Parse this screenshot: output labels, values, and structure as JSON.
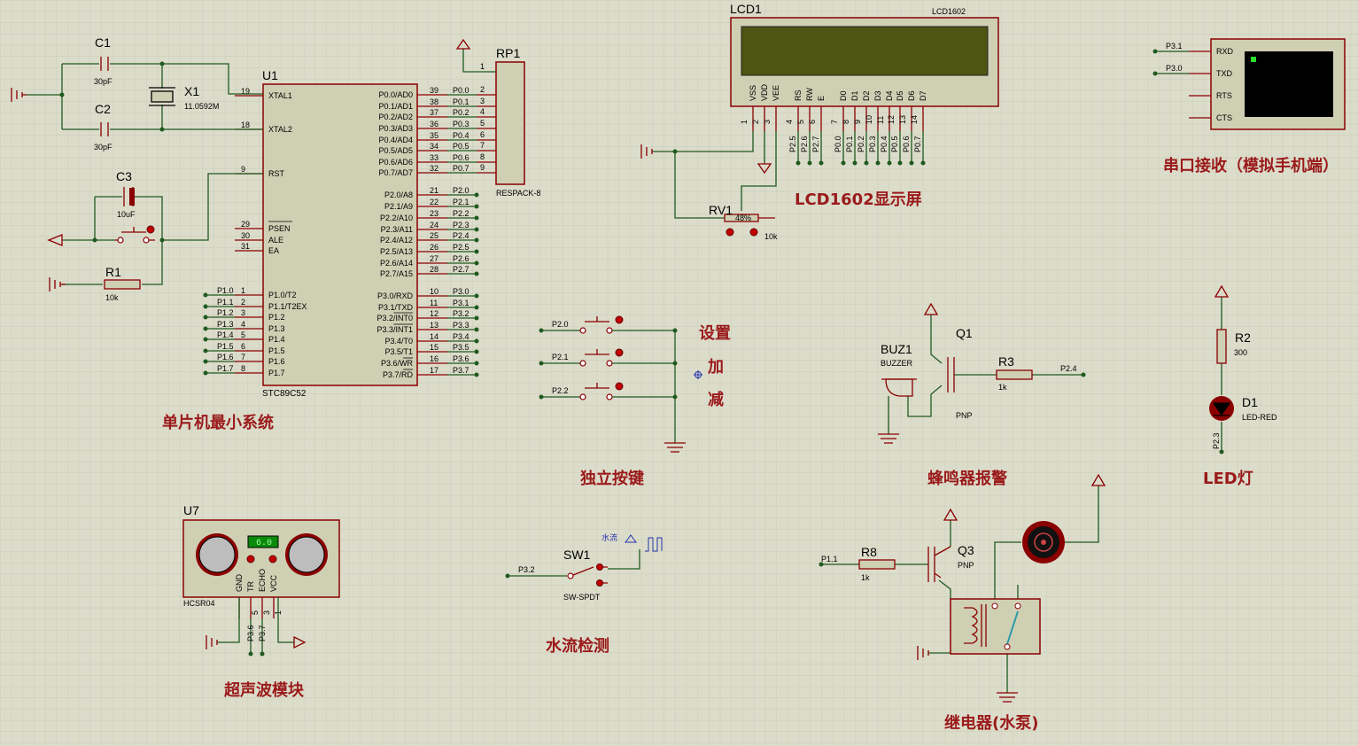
{
  "sections": {
    "mcu_min": "单片机最小系统",
    "lcd": "LCD1602显示屏",
    "uart": "串口接收（模拟手机端）",
    "keys": "独立按键",
    "buzzer": "蜂鸣器报警",
    "led": "LED灯",
    "ultrasonic": "超声波模块",
    "water": "水流检测",
    "relay": "继电器(水泵)"
  },
  "mcu": {
    "ref": "U1",
    "part": "STC89C52",
    "left_pins": [
      {
        "name": "XTAL1",
        "num": "19"
      },
      {
        "name": "XTAL2",
        "num": "18"
      },
      {
        "name": "RST",
        "num": "9"
      },
      {
        "name": "PSEN",
        "num": "29"
      },
      {
        "name": "ALE",
        "num": "30"
      },
      {
        "name": "EA",
        "num": "31"
      },
      {
        "name": "P1.0/T2",
        "num": "1",
        "net": "P1.0"
      },
      {
        "name": "P1.1/T2EX",
        "num": "2",
        "net": "P1.1"
      },
      {
        "name": "P1.2",
        "num": "3",
        "net": "P1.2"
      },
      {
        "name": "P1.3",
        "num": "4",
        "net": "P1.3"
      },
      {
        "name": "P1.4",
        "num": "5",
        "net": "P1.4"
      },
      {
        "name": "P1.5",
        "num": "6",
        "net": "P1.5"
      },
      {
        "name": "P1.6",
        "num": "7",
        "net": "P1.6"
      },
      {
        "name": "P1.7",
        "num": "8",
        "net": "P1.7"
      }
    ],
    "right_pins": [
      {
        "name": "P0.0/AD0",
        "num": "39",
        "net": "P0.0"
      },
      {
        "name": "P0.1/AD1",
        "num": "38",
        "net": "P0.1"
      },
      {
        "name": "P0.2/AD2",
        "num": "37",
        "net": "P0.2"
      },
      {
        "name": "P0.3/AD3",
        "num": "36",
        "net": "P0.3"
      },
      {
        "name": "P0.4/AD4",
        "num": "35",
        "net": "P0.4"
      },
      {
        "name": "P0.5/AD5",
        "num": "34",
        "net": "P0.5"
      },
      {
        "name": "P0.6/AD6",
        "num": "33",
        "net": "P0.6"
      },
      {
        "name": "P0.7/AD7",
        "num": "32",
        "net": "P0.7"
      },
      {
        "name": "P2.0/A8",
        "num": "21",
        "net": "P2.0"
      },
      {
        "name": "P2.1/A9",
        "num": "22",
        "net": "P2.1"
      },
      {
        "name": "P2.2/A10",
        "num": "23",
        "net": "P2.2"
      },
      {
        "name": "P2.3/A11",
        "num": "24",
        "net": "P2.3"
      },
      {
        "name": "P2.4/A12",
        "num": "25",
        "net": "P2.4"
      },
      {
        "name": "P2.5/A13",
        "num": "26",
        "net": "P2.5"
      },
      {
        "name": "P2.6/A14",
        "num": "27",
        "net": "P2.6"
      },
      {
        "name": "P2.7/A15",
        "num": "28",
        "net": "P2.7"
      },
      {
        "name": "P3.0/RXD",
        "num": "10",
        "net": "P3.0"
      },
      {
        "name": "P3.1/TXD",
        "num": "11",
        "net": "P3.1"
      },
      {
        "name": "P3.2/INT0",
        "num": "12",
        "net": "P3.2"
      },
      {
        "name": "P3.3/INT1",
        "num": "13",
        "net": "P3.3"
      },
      {
        "name": "P3.4/T0",
        "num": "14",
        "net": "P3.4"
      },
      {
        "name": "P3.5/T1",
        "num": "15",
        "net": "P3.5"
      },
      {
        "name": "P3.6/WR",
        "num": "16",
        "net": "P3.6"
      },
      {
        "name": "P3.7/RD",
        "num": "17",
        "net": "P3.7"
      }
    ]
  },
  "parts": {
    "c1": {
      "ref": "C1",
      "value": "30pF"
    },
    "c2": {
      "ref": "C2",
      "value": "30pF"
    },
    "x1": {
      "ref": "X1",
      "value": "11.0592M"
    },
    "c3": {
      "ref": "C3",
      "value": "10uF"
    },
    "r1": {
      "ref": "R1",
      "value": "10k"
    },
    "rp1": {
      "ref": "RP1",
      "value": "RESPACK-8",
      "pins": [
        "1",
        "2",
        "3",
        "4",
        "5",
        "6",
        "7",
        "8",
        "9"
      ]
    },
    "lcd1": {
      "ref": "LCD1",
      "part": "LCD1602",
      "pins": [
        {
          "name": "VSS",
          "num": "1"
        },
        {
          "name": "VDD",
          "num": "2"
        },
        {
          "name": "VEE",
          "num": "3"
        },
        {
          "name": "RS",
          "num": "4",
          "net": "P2.5"
        },
        {
          "name": "RW",
          "num": "5",
          "net": "P2.6"
        },
        {
          "name": "E",
          "num": "6",
          "net": "P2.7"
        },
        {
          "name": "D0",
          "num": "7",
          "net": "P0.0"
        },
        {
          "name": "D1",
          "num": "8",
          "net": "P0.1"
        },
        {
          "name": "D2",
          "num": "9",
          "net": "P0.2"
        },
        {
          "name": "D3",
          "num": "10",
          "net": "P0.3"
        },
        {
          "name": "D4",
          "num": "11",
          "net": "P0.4"
        },
        {
          "name": "D5",
          "num": "12",
          "net": "P0.5"
        },
        {
          "name": "D6",
          "num": "13",
          "net": "P0.6"
        },
        {
          "name": "D7",
          "num": "14",
          "net": "P0.7"
        }
      ]
    },
    "rv1": {
      "ref": "RV1",
      "value": "10k",
      "percent": "48%"
    },
    "terminal": {
      "pins": [
        {
          "name": "RXD",
          "net": "P3.1"
        },
        {
          "name": "TXD",
          "net": "P3.0"
        },
        {
          "name": "RTS"
        },
        {
          "name": "CTS"
        }
      ]
    },
    "keys": [
      {
        "net": "P2.0"
      },
      {
        "net": "P2.1"
      },
      {
        "net": "P2.2"
      }
    ],
    "key_labels": [
      "设置",
      "加",
      "减"
    ],
    "buz1": {
      "ref": "BUZ1",
      "value": "BUZZER"
    },
    "q1": {
      "ref": "Q1",
      "value": "PNP"
    },
    "r3": {
      "ref": "R3",
      "value": "1k",
      "net": "P2.4"
    },
    "r2": {
      "ref": "R2",
      "value": "300"
    },
    "d1": {
      "ref": "D1",
      "value": "LED-RED",
      "net": "P2.3"
    },
    "u7": {
      "ref": "U7",
      "part": "HCSR04",
      "display": "6.0",
      "pins": [
        {
          "name": "GND",
          "num": ""
        },
        {
          "name": "TR",
          "num": "5",
          "net": "P3.6"
        },
        {
          "name": "ECHO",
          "num": "3",
          "net": "P3.7"
        },
        {
          "name": "VCC",
          "num": "1"
        }
      ]
    },
    "sw1": {
      "ref": "SW1",
      "value": "SW-SPDT",
      "net": "P3.2",
      "signal": "水流"
    },
    "q3": {
      "ref": "Q3",
      "value": "PNP"
    },
    "r8": {
      "ref": "R8",
      "value": "1k",
      "net": "P1.1"
    }
  }
}
